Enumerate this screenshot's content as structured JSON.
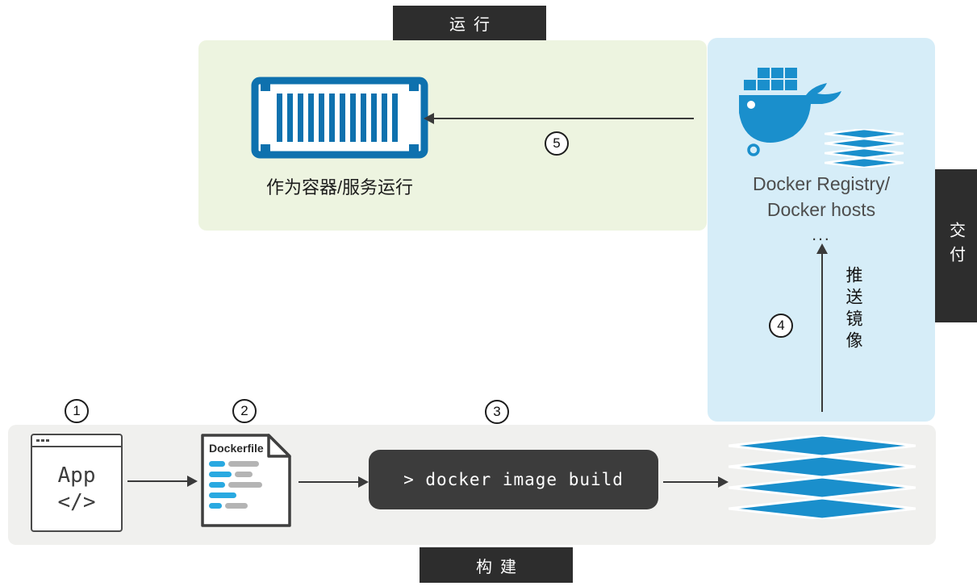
{
  "badges": {
    "run": "运行",
    "deliver": "交付",
    "build": "构建"
  },
  "steps": {
    "s1": "1",
    "s2": "2",
    "s3": "3",
    "s4": "4",
    "s5": "5"
  },
  "run_area": {
    "caption": "作为容器/服务运行"
  },
  "registry_area": {
    "title_line1": "Docker Registry/",
    "title_line2": "Docker hosts",
    "ellipsis": "...",
    "push_label": "推送镜像"
  },
  "build_area": {
    "app_line1": "App",
    "app_line2": "</>",
    "dockerfile_label": "Dockerfile",
    "command": "> docker image build"
  },
  "colors": {
    "docker_blue": "#1a8fcc",
    "container_blue": "#0e71ae",
    "panel_green": "#edf4e0",
    "panel_blue": "#d6edf8",
    "panel_gray": "#f0f0ee",
    "badge_dark": "#2d2d2d",
    "terminal_dark": "#3c3c3c"
  }
}
